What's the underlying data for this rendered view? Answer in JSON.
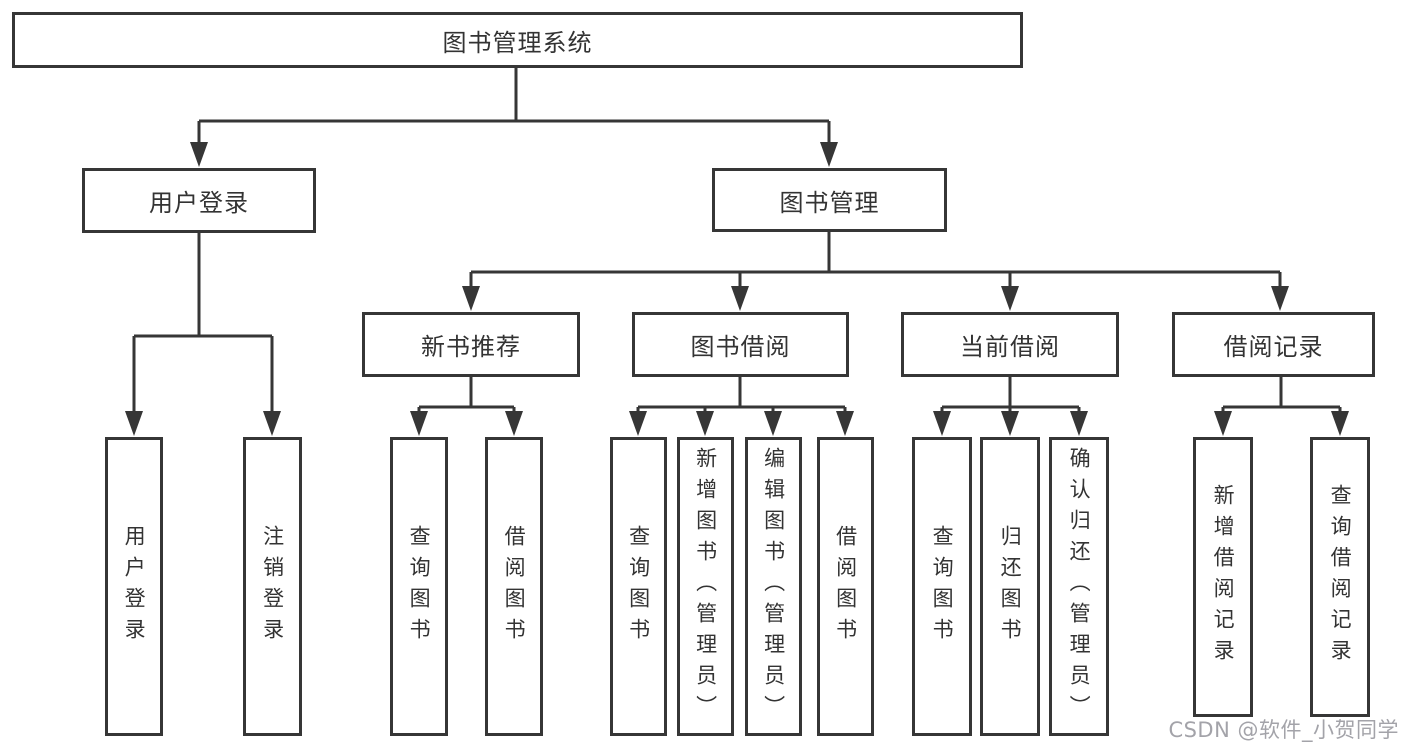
{
  "diagram": {
    "root": "图书管理系统",
    "branches": [
      {
        "label": "用户登录",
        "children": [
          "用户登录",
          "注销登录"
        ]
      },
      {
        "label": "图书管理",
        "modules": [
          {
            "label": "新书推荐",
            "children": [
              "查询图书",
              "借阅图书"
            ]
          },
          {
            "label": "图书借阅",
            "children": [
              "查询图书",
              "新增图书（管理员）",
              "编辑图书（管理员）",
              "借阅图书"
            ]
          },
          {
            "label": "当前借阅",
            "children": [
              "查询图书",
              "归还图书",
              "确认归还（管理员）"
            ]
          },
          {
            "label": "借阅记录",
            "children": [
              "新增借阅记录",
              "查询借阅记录"
            ]
          }
        ]
      }
    ]
  },
  "watermark": "CSDN @软件_小贺同学",
  "colors": {
    "line": "#363636",
    "text": "#333333",
    "watermark": "#9e9ea4"
  }
}
